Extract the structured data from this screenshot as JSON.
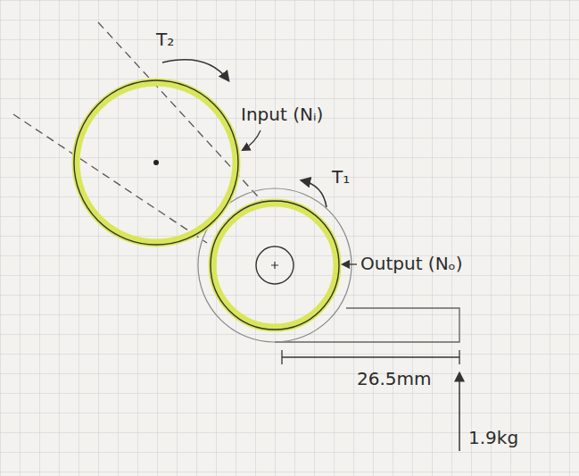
{
  "diagram": {
    "labels": [
      "T₂",
      "Input (Nᵢ)",
      "T₁",
      "Output (Nₒ)",
      "26.5mm",
      "1.9kg"
    ]
  }
}
